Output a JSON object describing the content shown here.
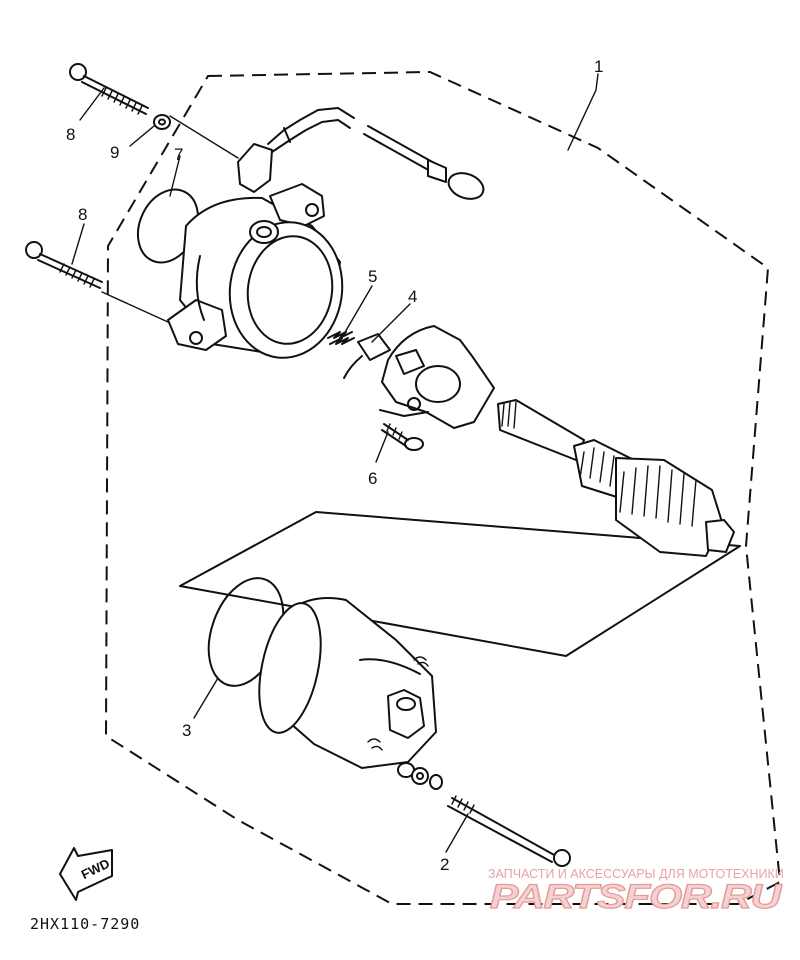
{
  "diagram": {
    "callouts": [
      {
        "id": "c1",
        "label": "1"
      },
      {
        "id": "c2",
        "label": "2"
      },
      {
        "id": "c3",
        "label": "3"
      },
      {
        "id": "c4",
        "label": "4"
      },
      {
        "id": "c5",
        "label": "5"
      },
      {
        "id": "c6",
        "label": "6"
      },
      {
        "id": "c7",
        "label": "7"
      },
      {
        "id": "c8a",
        "label": "8"
      },
      {
        "id": "c8b",
        "label": "8"
      },
      {
        "id": "c9",
        "label": "9"
      }
    ],
    "drawing_code": "2HX110-7290",
    "fwd_label": "FWD"
  },
  "watermark": {
    "tagline": "ЗАПЧАСТИ И АКСЕССУАРЫ ДЛЯ МОТОТЕХНИКИ",
    "logo_text": "PARTSFOR.RU"
  }
}
